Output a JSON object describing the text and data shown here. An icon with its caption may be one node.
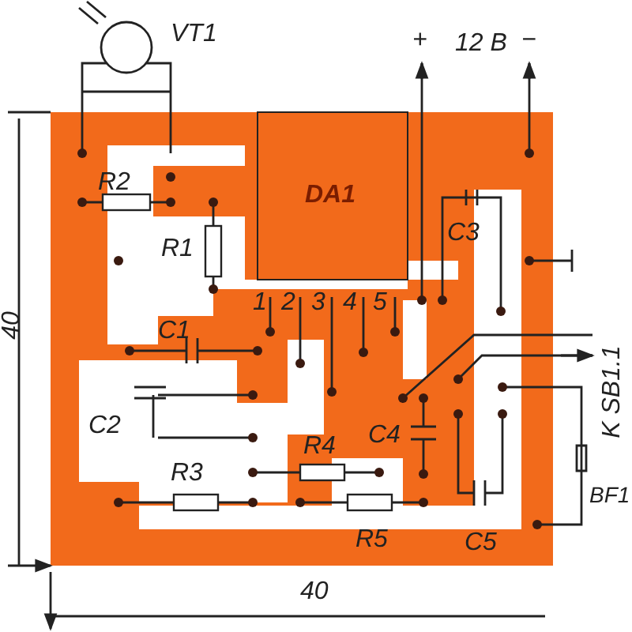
{
  "diagram": {
    "labels": [
      "VT1",
      "+",
      "12 В",
      "−",
      "R2",
      "DA1",
      "C3",
      "R1",
      "1",
      "2",
      "3",
      "4",
      "5",
      "C1",
      "K SB1.1",
      "C2",
      "C4",
      "R4",
      "R3",
      "BF1",
      "R5",
      "C5",
      "40",
      "40"
    ]
  }
}
